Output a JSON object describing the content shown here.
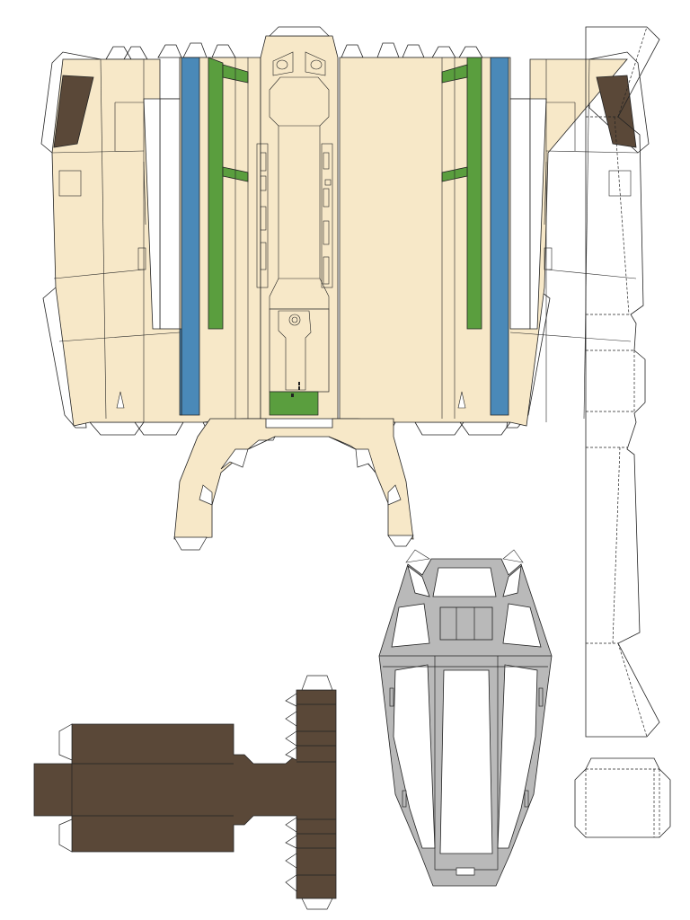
{
  "sheet": {
    "type": "papercraft-template",
    "colors": {
      "cream": "#f7e8c8",
      "blue": "#4a89b8",
      "green": "#5a9e3e",
      "brown": "#5a4838",
      "grey": "#b9b9b9",
      "line": "#222222",
      "paper": "#ffffff"
    },
    "parts": [
      {
        "name": "main-fuselage-panel"
      },
      {
        "name": "lower-yoke-panel"
      },
      {
        "name": "long-strip-panel"
      },
      {
        "name": "small-box-panel"
      },
      {
        "name": "canopy-frame-panel"
      },
      {
        "name": "brown-beam-panel"
      }
    ]
  }
}
